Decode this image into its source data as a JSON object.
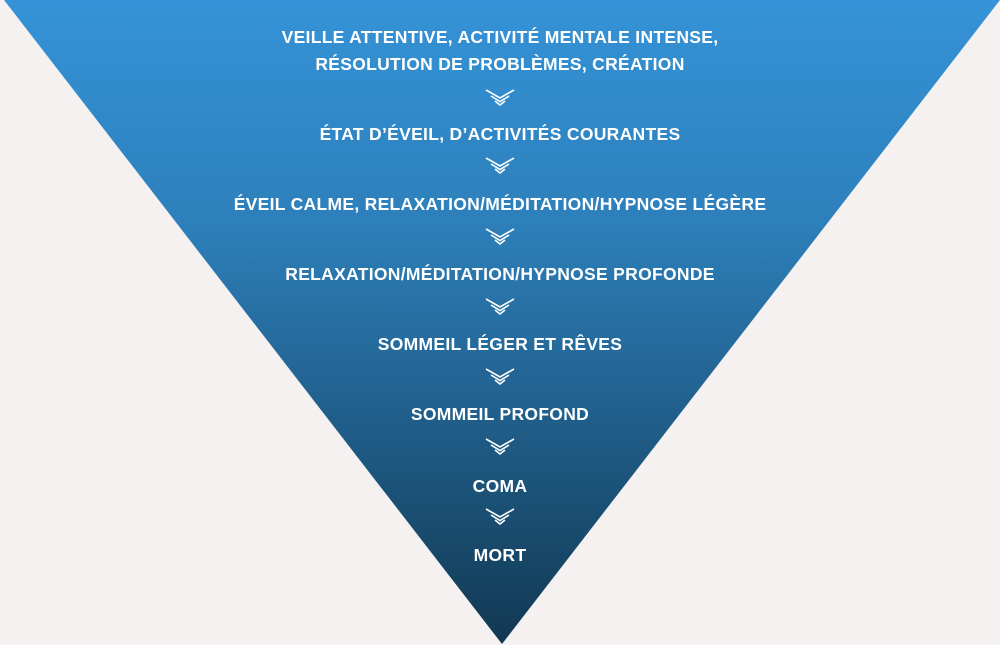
{
  "levels": [
    {
      "lines": [
        "VEILLE ATTENTIVE, ACTIVITÉ MENTALE INTENSE,",
        "RÉSOLUTION DE PROBLÈMES, CRÉATION"
      ]
    },
    {
      "lines": [
        "ÉTAT D’ÉVEIL, D’ACTIVITÉS COURANTES"
      ]
    },
    {
      "lines": [
        "ÉVEIL CALME, RELAXATION/MÉDITATION/HYPNOSE LÉGÈRE"
      ]
    },
    {
      "lines": [
        "RELAXATION/MÉDITATION/HYPNOSE PROFONDE"
      ]
    },
    {
      "lines": [
        "SOMMEIL LÉGER ET RÊVES"
      ]
    },
    {
      "lines": [
        "SOMMEIL PROFOND"
      ]
    },
    {
      "lines": [
        "COMA"
      ]
    },
    {
      "lines": [
        "MORT"
      ]
    }
  ],
  "colors": {
    "top": "#3593d7",
    "bottom": "#113852",
    "background": "#f4f1f0",
    "text": "#ffffff"
  },
  "arrow_icon": "triple-chevron-down-icon"
}
